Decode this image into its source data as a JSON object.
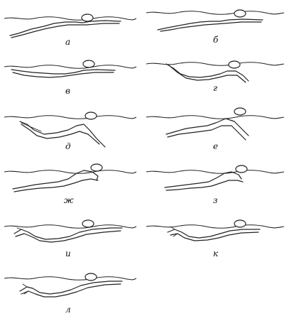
{
  "figure": {
    "panels": [
      {
        "label": "а",
        "pose": "glide"
      },
      {
        "label": "б",
        "pose": "glide"
      },
      {
        "label": "в",
        "pose": "arms-catch"
      },
      {
        "label": "г",
        "pose": "arms-pull"
      },
      {
        "label": "д",
        "pose": "arms-push"
      },
      {
        "label": "е",
        "pose": "arms-push"
      },
      {
        "label": "ж",
        "pose": "arms-recovery"
      },
      {
        "label": "з",
        "pose": "arms-recovery"
      },
      {
        "label": "и",
        "pose": "legs-kick"
      },
      {
        "label": "к",
        "pose": "legs-kick"
      },
      {
        "label": "л",
        "pose": "legs-kick"
      }
    ],
    "colors": {
      "ink": "#222222",
      "background": "#ffffff"
    }
  }
}
